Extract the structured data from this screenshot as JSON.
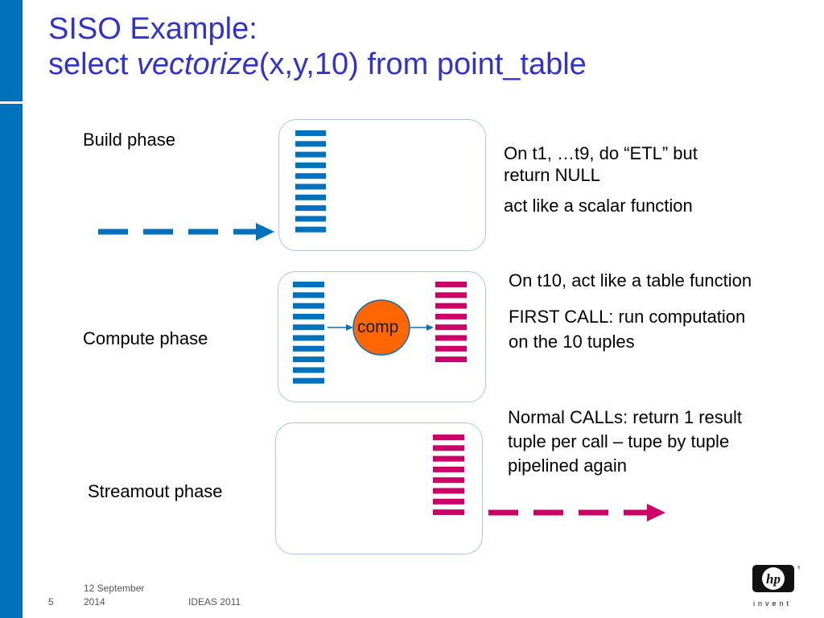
{
  "title": {
    "line1": "SISO Example:",
    "line2_prefix": "select ",
    "line2_emph": "vectorize",
    "line2_suffix": "(x,y,10) from point_table"
  },
  "phases": {
    "build": "Build phase",
    "compute": "Compute phase",
    "streamout": "Streamout phase"
  },
  "notes": {
    "build_1a": "On t1, …t9, do “ETL” but",
    "build_1b": "return NULL",
    "build_2": "act like a scalar function",
    "compute_1": "On t10, act like a table function",
    "compute_2a": "FIRST CALL: run computation",
    "compute_2b": "on the 10 tuples",
    "stream_1a": "Normal CALLs: return 1 result",
    "stream_1b": "tuple per call – tupe by tuple",
    "stream_1c": "pipelined again"
  },
  "comp_label": "comp",
  "footer": {
    "slide_number": "5",
    "date_line1": "12 September",
    "date_line2": "2014",
    "event": "IDEAS 2011"
  },
  "logo": {
    "text": "invent"
  },
  "colors": {
    "title": "#3333cc",
    "blue": "#0071bc",
    "magenta": "#cc0066",
    "comp_fill": "#ff6600"
  }
}
